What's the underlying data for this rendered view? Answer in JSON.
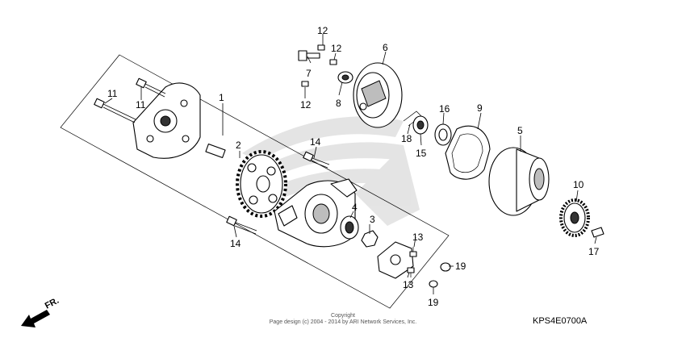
{
  "callouts": {
    "n1": "1",
    "n2": "2",
    "n3": "3",
    "n4": "4",
    "n5": "5",
    "n6": "6",
    "n7": "7",
    "n8": "8",
    "n9": "9",
    "n10": "10",
    "n11a": "11",
    "n11b": "11",
    "n12a": "12",
    "n12b": "12",
    "n12c": "12",
    "n13a": "13",
    "n13b": "13",
    "n14a": "14",
    "n14b": "14",
    "n15": "15",
    "n16": "16",
    "n17": "17",
    "n18": "18",
    "n19a": "19",
    "n19b": "19"
  },
  "direction_label": "FR.",
  "copyright_line1": "Copyright",
  "copyright_line2": "Page design (c) 2004 - 2014 by ARI Network Services, Inc.",
  "diagram_code": "KPS4E0700A"
}
